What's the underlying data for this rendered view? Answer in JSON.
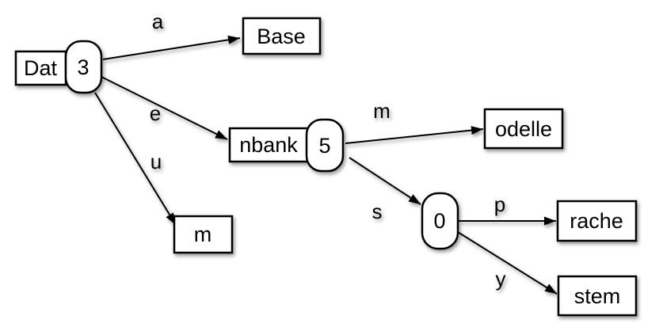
{
  "colors": {
    "stroke": "#000000",
    "node_fill": "#ffffff",
    "background": "#ffffff",
    "shadow": "rgba(0,0,0,0.40)"
  },
  "nodes": {
    "dat": {
      "label": "Dat",
      "count": "3"
    },
    "base": {
      "label": "Base"
    },
    "nbank": {
      "label": "nbank",
      "count": "5"
    },
    "m": {
      "label": "m"
    },
    "odelle": {
      "label": "odelle"
    },
    "zero": {
      "count": "0"
    },
    "rache": {
      "label": "rache"
    },
    "stem": {
      "label": "stem"
    }
  },
  "edges": {
    "a": {
      "label": "a"
    },
    "e": {
      "label": "e"
    },
    "u": {
      "label": "u"
    },
    "m": {
      "label": "m"
    },
    "s": {
      "label": "s"
    },
    "p": {
      "label": "p"
    },
    "y": {
      "label": "y"
    }
  }
}
